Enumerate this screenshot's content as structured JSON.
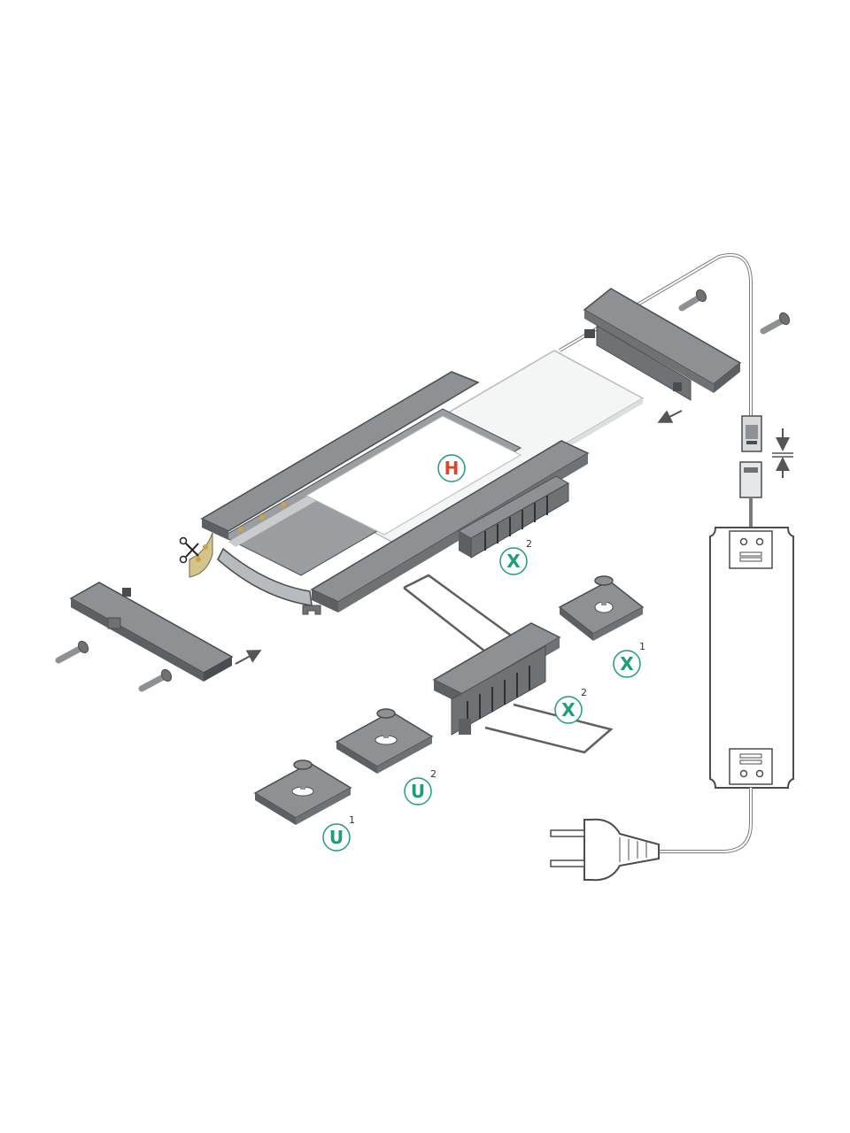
{
  "colors": {
    "background": "#ffffff",
    "profile_dark": "#6e7275",
    "profile_mid": "#8d9194",
    "profile_light": "#b8bbbd",
    "diffuser": "#f4f5f5",
    "outline": "#4a4d50",
    "cable": "#7a7d80",
    "driver": "#ffffff",
    "label_green": "#1f9c7a",
    "label_red": "#e0452b",
    "arrow": "#555555"
  },
  "labels": {
    "h": {
      "letter": "H",
      "sup": ""
    },
    "x2_top": {
      "letter": "X",
      "sup": "2"
    },
    "x1": {
      "letter": "X",
      "sup": "1"
    },
    "x2_bottom": {
      "letter": "X",
      "sup": "2"
    },
    "u2": {
      "letter": "U",
      "sup": "2"
    },
    "u1": {
      "letter": "U",
      "sup": "1"
    }
  },
  "icons": {
    "scissors": "scissors-icon",
    "plug": "plug-icon"
  }
}
